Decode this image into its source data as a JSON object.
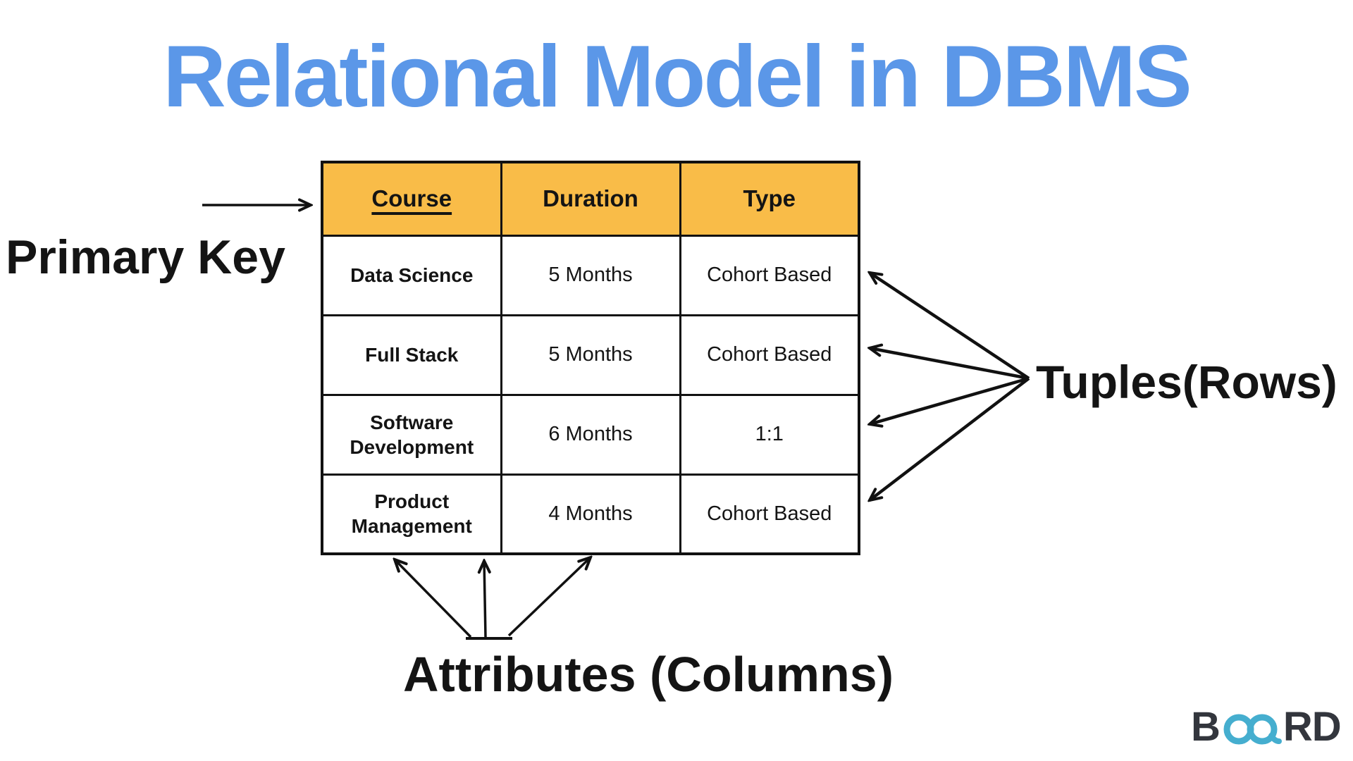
{
  "title": "Relational Model in DBMS",
  "table": {
    "headers": [
      "Course",
      "Duration",
      "Type"
    ],
    "rows": [
      [
        "Data Science",
        "5 Months",
        "Cohort Based"
      ],
      [
        "Full Stack",
        "5 Months",
        "Cohort Based"
      ],
      [
        "Software Development",
        "6 Months",
        "1:1"
      ],
      [
        "Product Management",
        "4 Months",
        "Cohort Based"
      ]
    ]
  },
  "labels": {
    "primary_key": "Primary Key",
    "tuples": "Tuples(Rows)",
    "attributes": "Attributes (Columns)"
  },
  "colors": {
    "title": "#5B97E8",
    "header_bg": "#F9BC48",
    "text": "#141414",
    "logo_dark": "#33363D",
    "logo_teal": "#45AECF"
  },
  "logo": {
    "prefix": "B",
    "suffix": "RD",
    "icon": "infinity-icon"
  }
}
